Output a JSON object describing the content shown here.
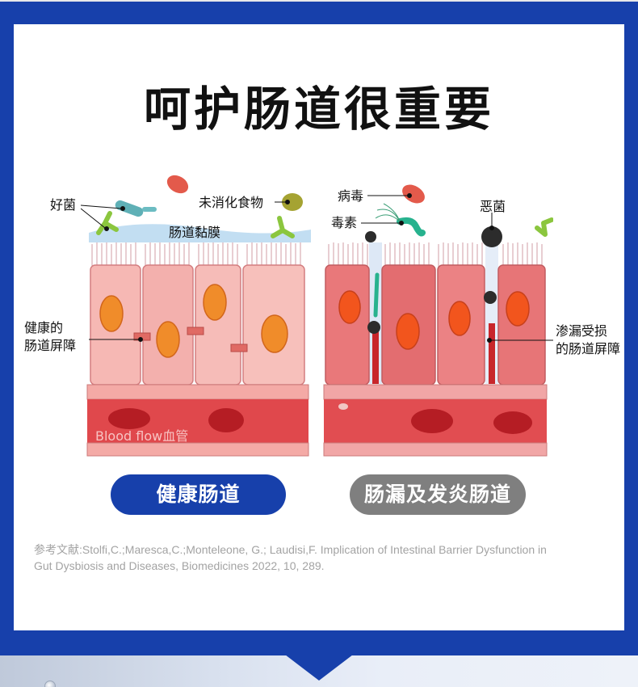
{
  "title": "呵护肠道很重要",
  "colors": {
    "frame_blue": "#1740ab",
    "pill_gray": "#7f7f7f",
    "reference_text": "#a3a3a3",
    "cell_healthy": "#f6b8b4",
    "cell_inflamed": "#e9787a",
    "blood_vessel": "#e0484c"
  },
  "healthy_diagram": {
    "labels": {
      "probiotics": "好菌",
      "undigested_food": "未消化食物",
      "mucosa": "肠道黏膜",
      "barrier": "健康的\n肠道屏障",
      "barrier_line1": "健康的",
      "barrier_line2": "肠道屏障",
      "blood_flow": "Blood flow血管"
    },
    "caption": "健康肠道"
  },
  "leaky_diagram": {
    "labels": {
      "virus": "病毒",
      "toxin": "毒素",
      "bad_bacteria": "恶菌",
      "damaged_barrier_line1": "渗漏受损",
      "damaged_barrier_line2": "的肠道屏障"
    },
    "caption": "肠漏及发炎肠道"
  },
  "reference": {
    "line1": "参考文献:Stolfi,C.;Maresca,C.;Monteleone, G.; Laudisi,F. Implication of Intestinal Barrier Dysfunction in",
    "line2": "Gut Dysbiosis and Diseases, Biomedicines 2022, 10, 289."
  }
}
